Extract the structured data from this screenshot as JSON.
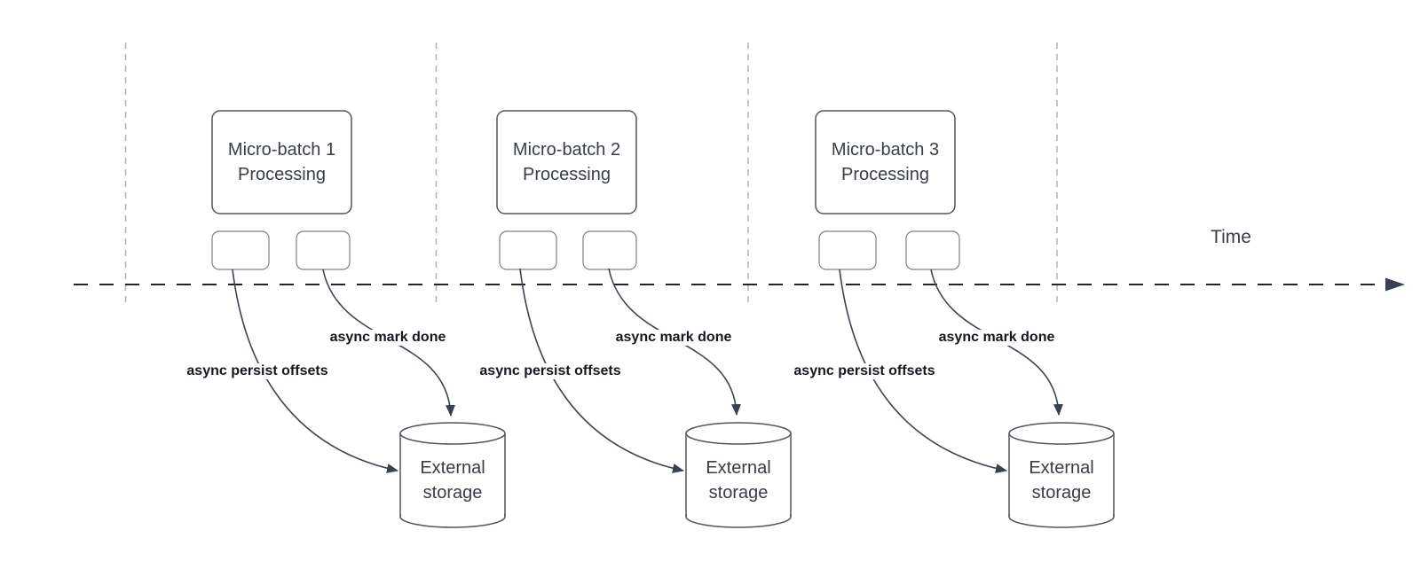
{
  "canvas": {
    "background": "#ffffff"
  },
  "time_axis": {
    "label": "Time"
  },
  "groups": [
    {
      "processing_label": "Micro-batch 1\nProcessing",
      "persist_label": "async persist offsets",
      "mark_done_label": "async mark done",
      "storage_label": "External\nstorage"
    },
    {
      "processing_label": "Micro-batch 2\nProcessing",
      "persist_label": "async persist offsets",
      "mark_done_label": "async mark done",
      "storage_label": "External\nstorage"
    },
    {
      "processing_label": "Micro-batch 3\nProcessing",
      "persist_label": "async persist offsets",
      "mark_done_label": "async mark done",
      "storage_label": "External\nstorage"
    }
  ],
  "colors": {
    "text_primary": "#383d46",
    "label_bold": "#15181e",
    "shape_stroke": "#50555c",
    "small_box_stroke": "#7d8187",
    "arrow_stroke": "#3d4451",
    "arrowhead_fill": "#394050",
    "guide_line": "#b1b3b5",
    "axis_line": "#222428",
    "canvas_bg": "#ffffff"
  }
}
